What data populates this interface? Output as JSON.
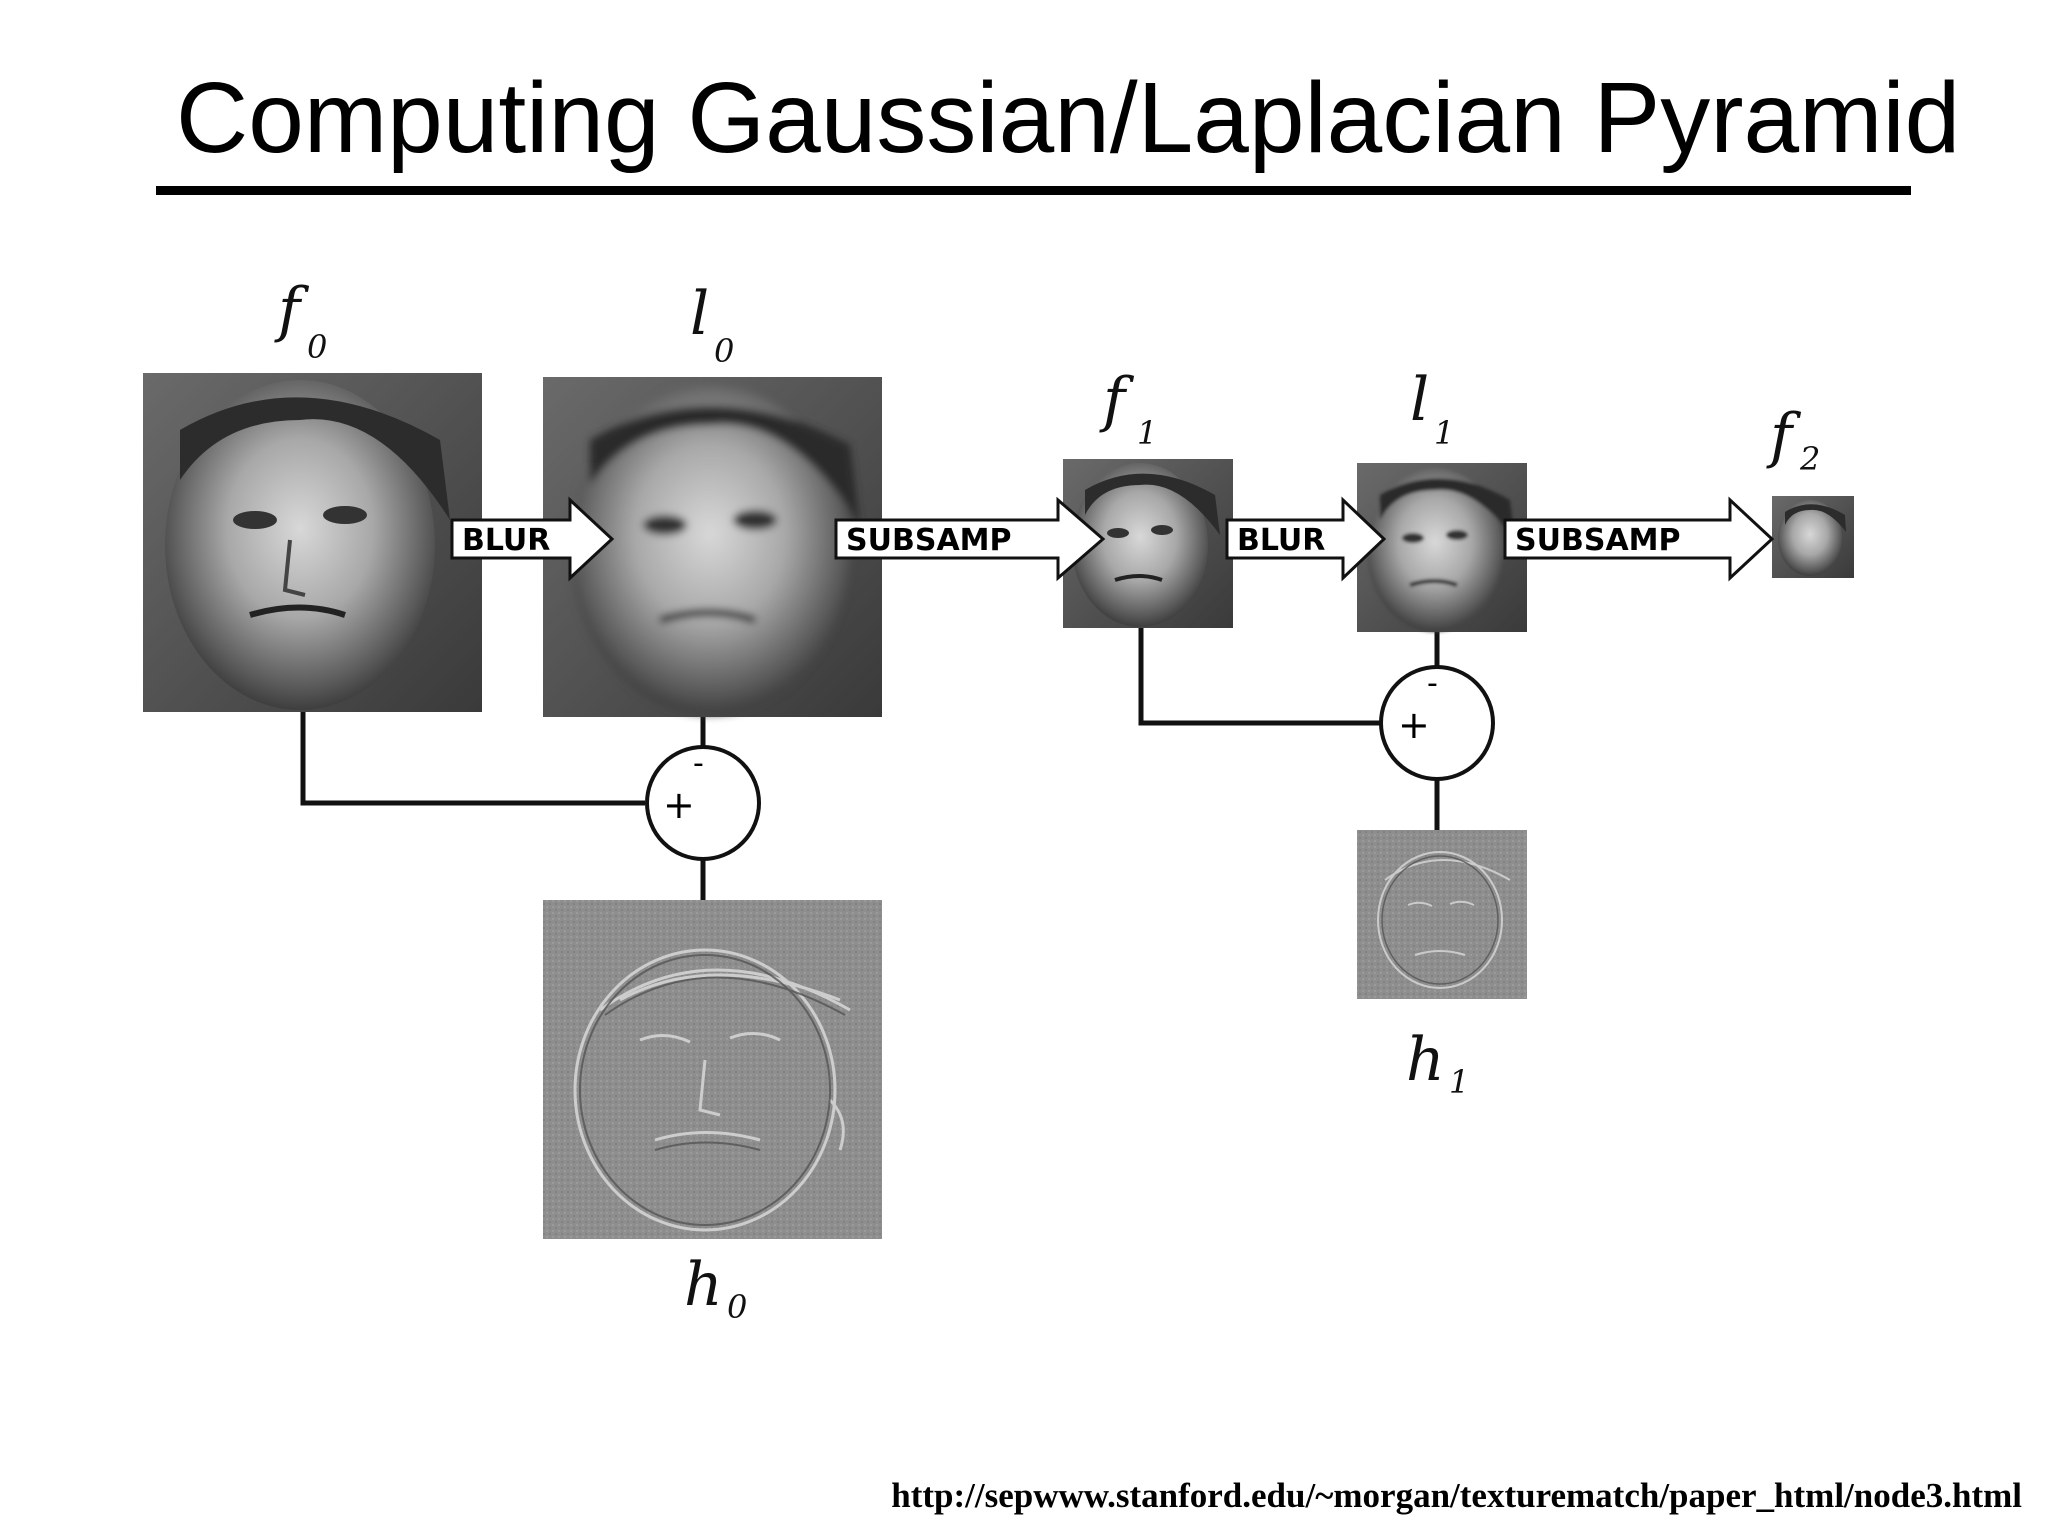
{
  "title": "Computing Gaussian/Laplacian Pyramid",
  "nodes": {
    "f0": {
      "label": "f",
      "sub": "0"
    },
    "l0": {
      "label": "l",
      "sub": "0"
    },
    "f1": {
      "label": "f",
      "sub": "1"
    },
    "l1": {
      "label": "l",
      "sub": "1"
    },
    "f2": {
      "label": "f",
      "sub": "2"
    },
    "h0": {
      "label": "h",
      "sub": "0"
    },
    "h1": {
      "label": "h",
      "sub": "1"
    }
  },
  "arrows": {
    "blur0": "BLUR",
    "subsamp0": "SUBSAMP",
    "blur1": "BLUR",
    "subsamp1": "SUBSAMP"
  },
  "operators": {
    "plus": "+",
    "minus": "-"
  },
  "source_url": "http://sepwww.stanford.edu/~morgan/texturematch/paper_html/node3.html"
}
